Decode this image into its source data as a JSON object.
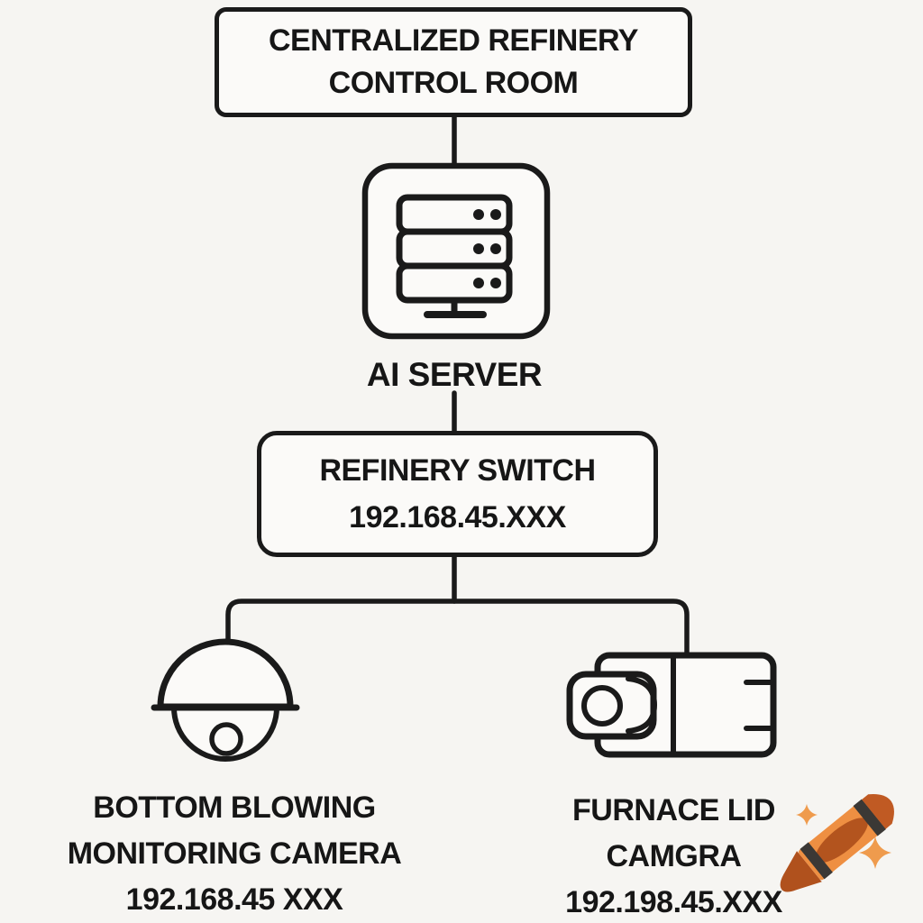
{
  "diagram": {
    "control_room": {
      "line1": "CENTRALIZED REFINERY",
      "line2": "CONTROL ROOM"
    },
    "ai_server": {
      "label": "AI SERVER",
      "icon": "server-rack-icon"
    },
    "refinery_switch": {
      "name": "REFINERY SWITCH",
      "ip": "192.168.45.XXX"
    },
    "bottom_blowing_camera": {
      "icon": "dome-camera-icon",
      "line1": "BOTTOM BLOWING",
      "line2": "MONITORING CAMERA",
      "ip": "192.168.45 XXX"
    },
    "furnace_lid_camera": {
      "icon": "box-camera-icon",
      "line1": "FURNACE LID",
      "line2": "CAMGRA",
      "ip": "192.198.45.XXX"
    },
    "decoration": {
      "icon": "crayon-icon",
      "sparkle_icon": "sparkle-icon",
      "sparkle_count": 2
    }
  },
  "colors": {
    "background": "#f6f5f2",
    "node_fill": "#fbfaf8",
    "ink": "#1a1a1a",
    "text": "#161616",
    "crayon_body": "#ee8f42",
    "crayon_label_oval": "#b3541e",
    "crayon_tip": "#b0511d",
    "crayon_end_cap": "#c05a23",
    "crayon_band": "#3b3835",
    "sparkle": "#ef9b4d"
  }
}
